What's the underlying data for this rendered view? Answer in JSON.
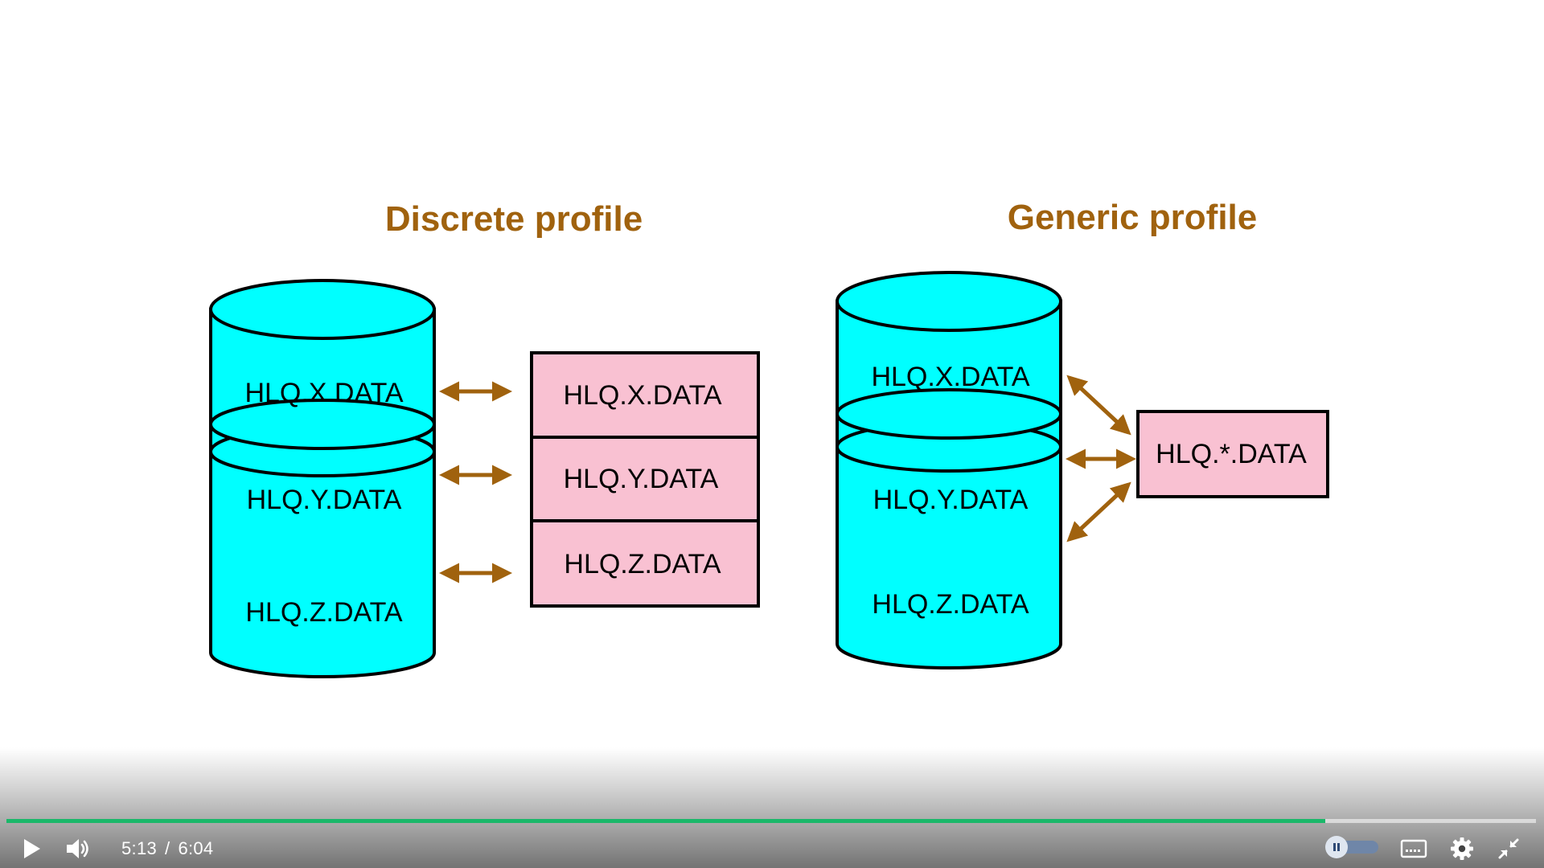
{
  "slide": {
    "discrete": {
      "title": "Discrete profile",
      "datasets": [
        "HLQ.X.DATA",
        "HLQ.Y.DATA",
        "HLQ.Z.DATA"
      ],
      "profiles": [
        "HLQ.X.DATA",
        "HLQ.Y.DATA",
        "HLQ.Z.DATA"
      ]
    },
    "generic": {
      "title": "Generic profile",
      "datasets": [
        "HLQ.X.DATA",
        "HLQ.Y.DATA",
        "HLQ.Z.DATA"
      ],
      "profile": "HLQ.*.DATA"
    },
    "colors": {
      "title": "#a0620e",
      "cylinder": "#00ffff",
      "profile_box": "#f9c1d2",
      "arrow": "#a0620e"
    }
  },
  "player": {
    "current_time": "5:13",
    "separator": "/",
    "duration": "6:04",
    "progress_fraction": 0.862,
    "progress_color": "#1bb86a",
    "icons": {
      "play": "play-icon",
      "volume": "volume-icon",
      "toggle": "pause-toggle-icon",
      "captions": "captions-icon",
      "settings": "gear-icon",
      "exit_fullscreen": "exit-fullscreen-icon"
    }
  }
}
